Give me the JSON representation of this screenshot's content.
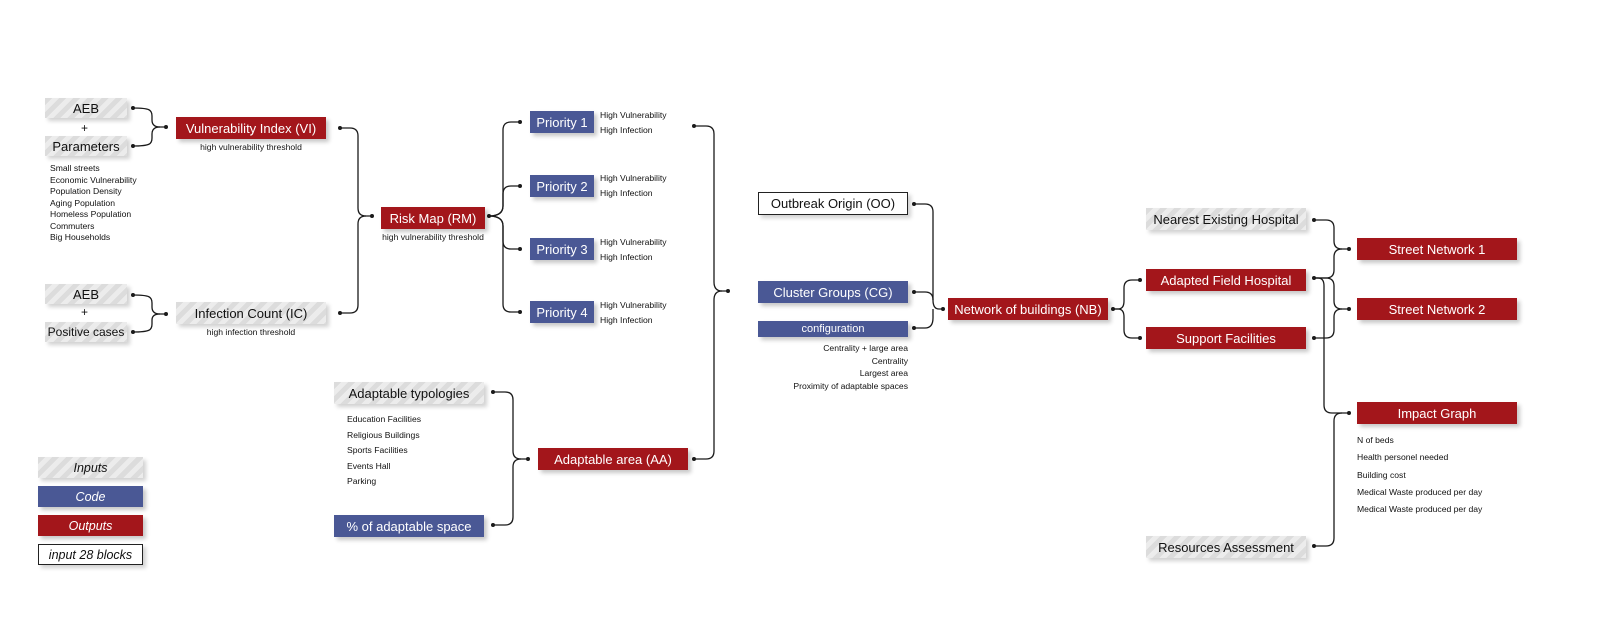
{
  "colors": {
    "input": "#e4e4e4",
    "code": "#4a5895",
    "output": "#a3161b",
    "block": "#ffffff"
  },
  "stage1": {
    "aeb_top": "AEB",
    "plus_top": "+",
    "parameters": "Parameters",
    "parameter_list": [
      "Small streets",
      "Economic Vulnerability",
      "Population Density",
      "Aging Population",
      "Homeless Population",
      "Commuters",
      "Big Households"
    ],
    "aeb_bottom": "AEB",
    "plus_bottom": "+",
    "positive_cases": "Positive cases",
    "vulnerability_index": "Vulnerability Index (VI)",
    "vi_note": "high vulnerability threshold",
    "infection_count": "Infection Count (IC)",
    "ic_note": "high infection threshold",
    "risk_map": "Risk Map (RM)",
    "rm_note": "high vulnerability threshold"
  },
  "priorities": [
    {
      "label": "Priority 1",
      "line1": "High Vulnerability",
      "line2": "High Infection"
    },
    {
      "label": "Priority 2",
      "line1": "High Vulnerability",
      "line2": "High Infection"
    },
    {
      "label": "Priority 3",
      "line1": "High Vulnerability",
      "line2": "High Infection"
    },
    {
      "label": "Priority 4",
      "line1": "High Vulnerability",
      "line2": "High Infection"
    }
  ],
  "adaptable": {
    "typologies": "Adaptable typologies",
    "typology_list": [
      "Education Facilities",
      "Religious Buildings",
      "Sports Facilities",
      "Events Hall",
      "Parking"
    ],
    "percent_space": "% of adaptable space",
    "area": "Adaptable area (AA)"
  },
  "network": {
    "outbreak_origin": "Outbreak Origin (OO)",
    "cluster_groups": "Cluster Groups (CG)",
    "configuration": "configuration",
    "config_list": [
      "Centrality + large area",
      "Centrality",
      "Largest area",
      "Proximity of adaptable spaces"
    ],
    "network_of_buildings": "Network of buildings (NB)"
  },
  "hospitals": {
    "nearest_existing": "Nearest Existing Hospital",
    "adapted_field": "Adapted Field Hospital",
    "support_facilities": "Support Facilities",
    "resources_assessment": "Resources Assessment"
  },
  "outputs": {
    "street_network_1": "Street Network 1",
    "street_network_2": "Street Network 2",
    "impact_graph": "Impact Graph",
    "impact_list": [
      "N of beds",
      "Health personel needed",
      "Building cost",
      "Medical Waste produced per day",
      "Medical Waste produced per day"
    ]
  },
  "legend": {
    "inputs": "Inputs",
    "code": "Code",
    "outputs": "Outputs",
    "blocks": "input 28 blocks"
  }
}
